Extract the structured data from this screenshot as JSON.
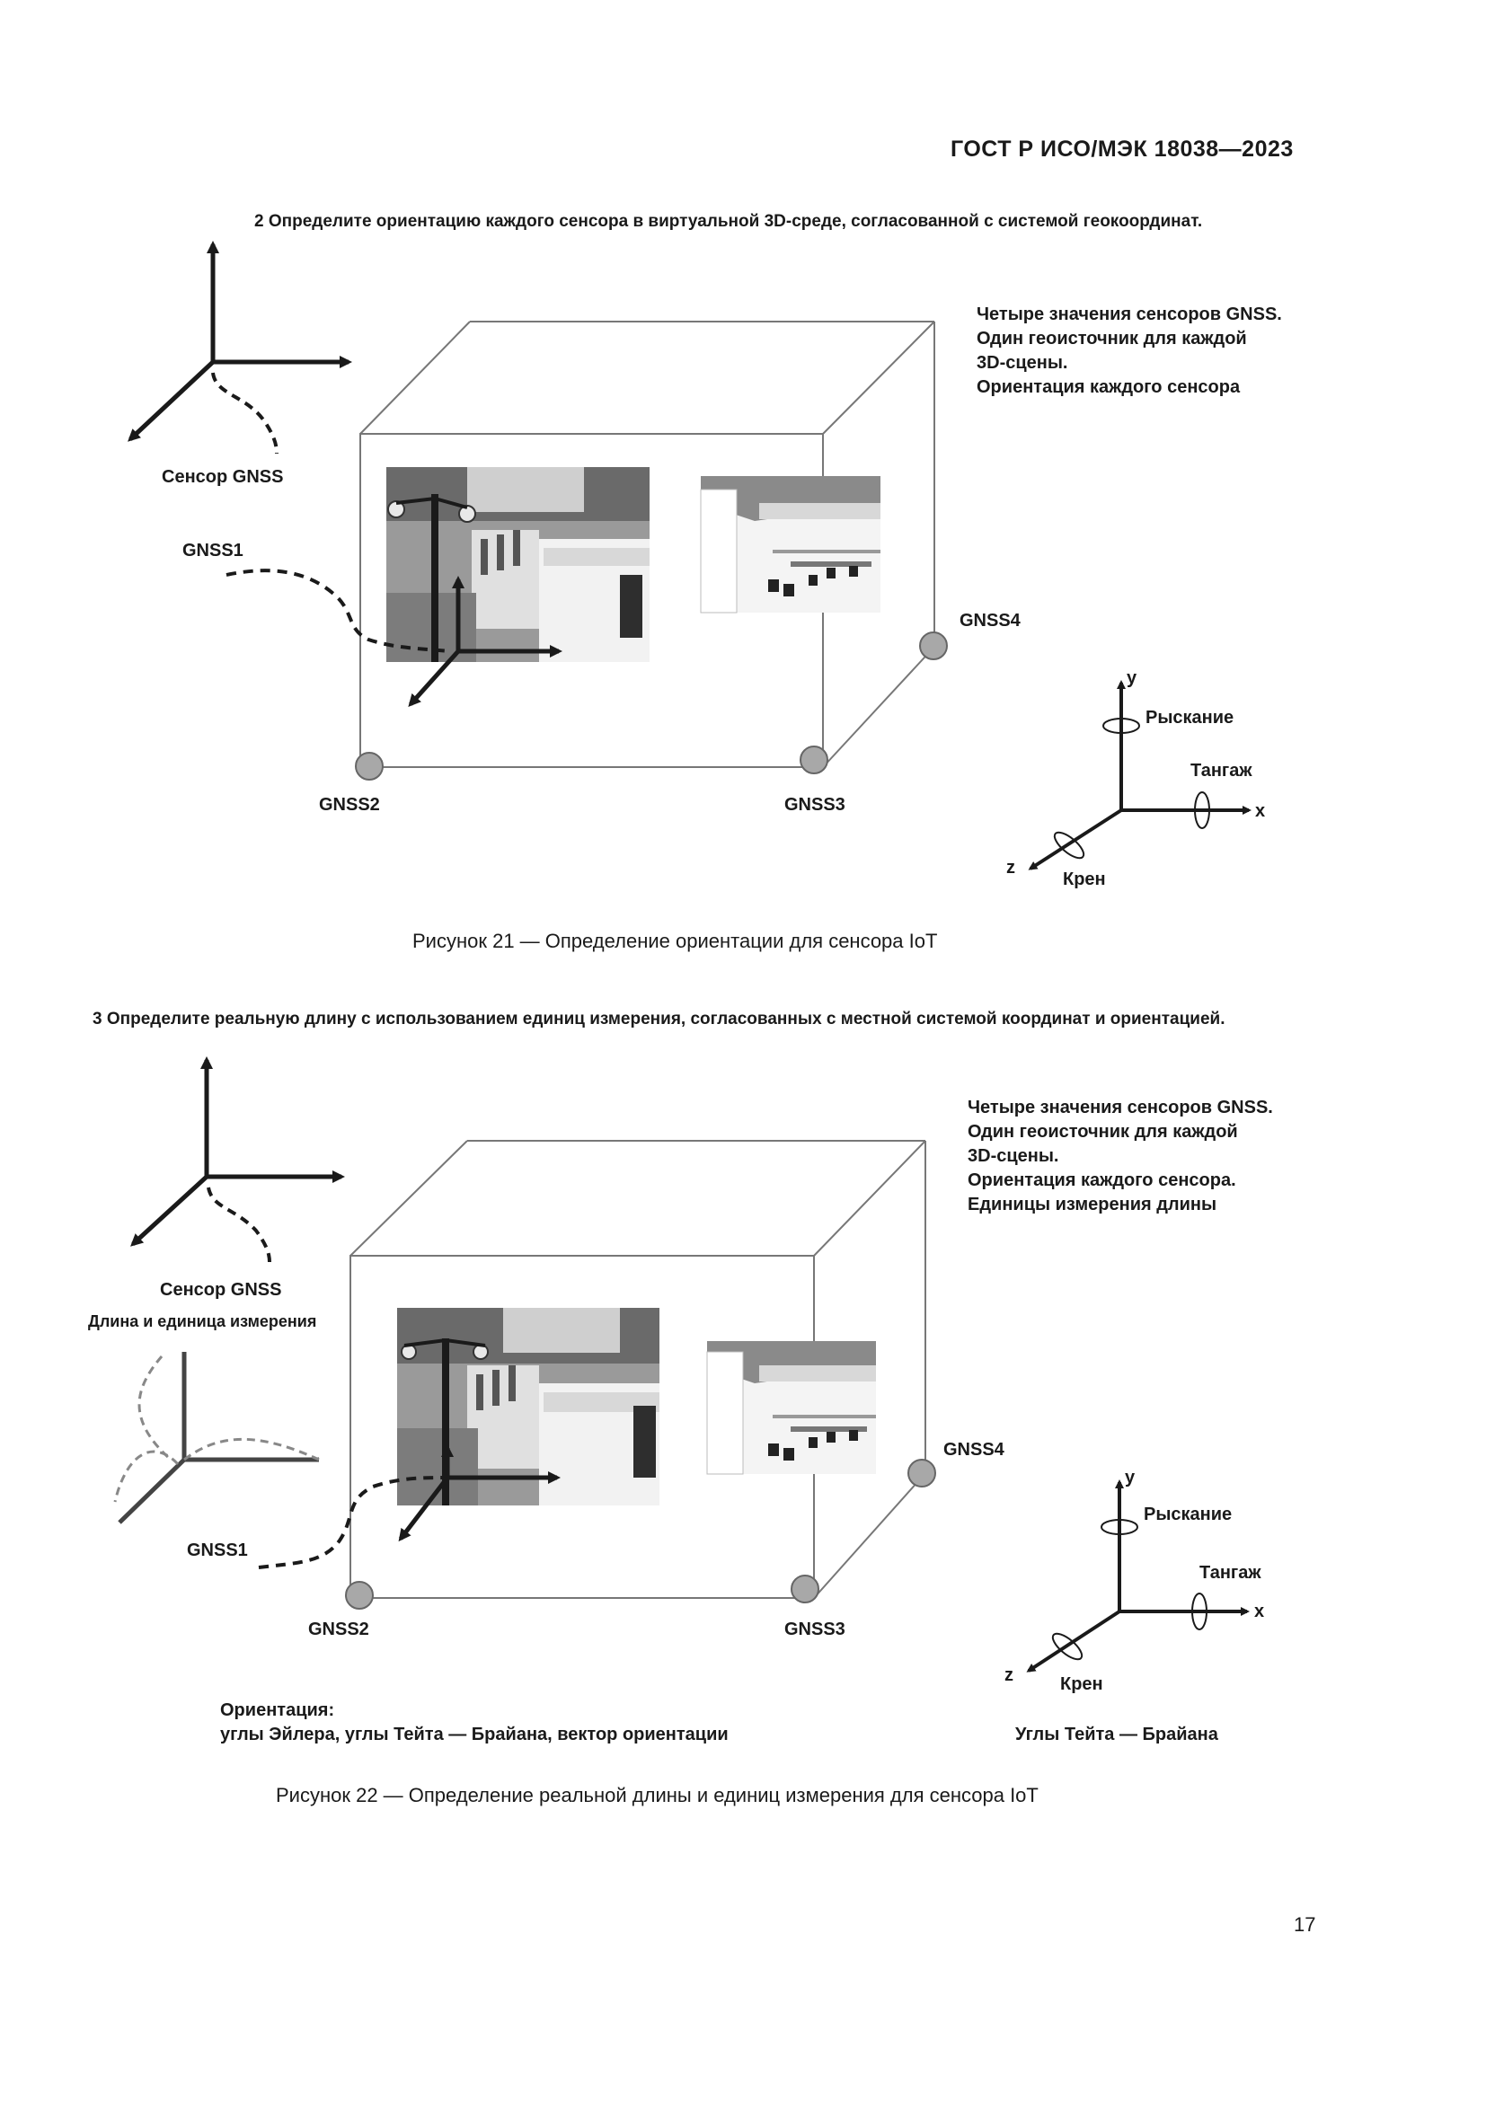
{
  "header": {
    "standard": "ГОСТ Р ИСО/МЭК 18038—2023"
  },
  "figure21": {
    "step": "2 Определите ориентацию каждого сенсора в виртуальной 3D-среде, согласованной с системой геокоординат.",
    "info_lines": [
      "Четыре значения сенсоров GNSS.",
      "Один геоисточник для каждой",
      "3D-сцены.",
      "Ориентация каждого сенсора"
    ],
    "gnss_sensor_label": "Сенсор GNSS",
    "gnss1": "GNSS1",
    "gnss2": "GNSS2",
    "gnss3": "GNSS3",
    "gnss4": "GNSS4",
    "axes": {
      "y": "y",
      "x": "x",
      "z": "z",
      "yaw": "Рыскание",
      "pitch": "Тангаж",
      "roll": "Крен"
    },
    "caption": "Рисунок 21 — Определение ориентации для сенсора IoT"
  },
  "figure22": {
    "step": "3  Определите реальную длину с использованием единиц измерения, согласованных с местной системой координат и ориентацией.",
    "info_lines": [
      "Четыре значения сенсоров GNSS.",
      "Один геоисточник для каждой",
      "3D-сцены.",
      "Ориентация каждого сенсора.",
      "Единицы измерения длины"
    ],
    "gnss_sensor_label": "Сенсор GNSS",
    "length_label": "Длина и единица измерения",
    "gnss1": "GNSS1",
    "gnss2": "GNSS2",
    "gnss3": "GNSS3",
    "gnss4": "GNSS4",
    "axes": {
      "y": "y",
      "x": "x",
      "z": "z",
      "yaw": "Рыскание",
      "pitch": "Тангаж",
      "roll": "Крен"
    },
    "orientation_title": "Ориентация:",
    "orientation_text": "углы Эйлера, углы Тейта — Брайана, вектор ориентации",
    "tait_bryan": "Углы Тейта — Брайана",
    "caption": "Рисунок 22 — Определение реальной длины и единиц измерения для сенсора IoT"
  },
  "page_number": "17"
}
